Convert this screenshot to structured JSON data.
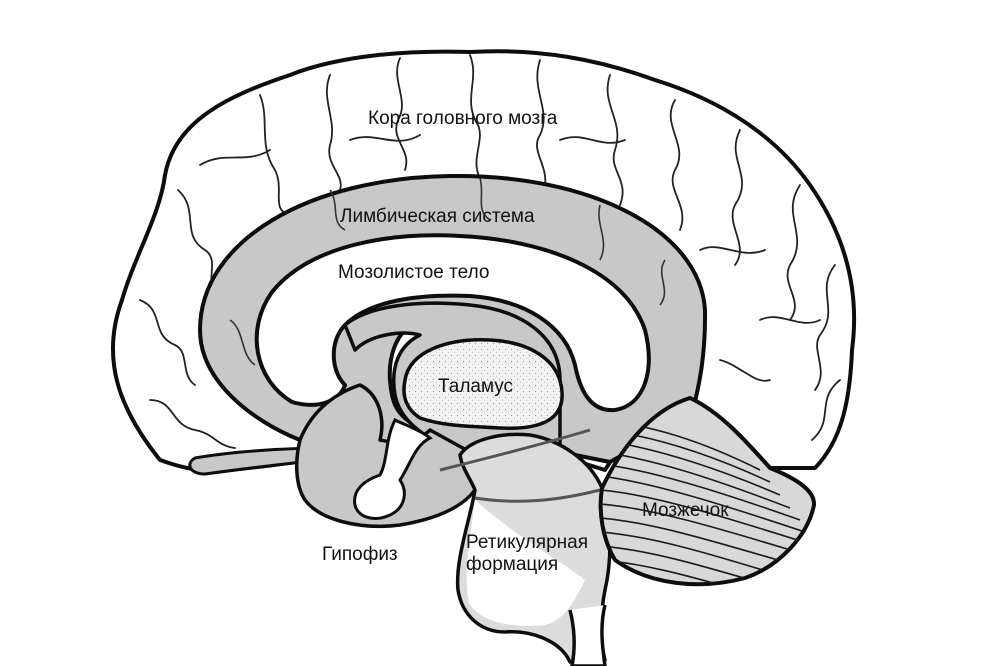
{
  "labels": {
    "cortex": "Кора головного мозга",
    "limbic": "Лимбическая система",
    "corpus": "Мозолистое тело",
    "thalamus": "Таламус",
    "cerebellum": "Мозжечок",
    "pituitary": "Гипофиз",
    "reticular_line1": "Ретикулярная",
    "reticular_line2": "формация"
  },
  "colors": {
    "outline": "#0d0d0d",
    "limbic_fill": "#c8c8c8",
    "white": "#ffffff",
    "thalamus_fill": "#f1f1f1",
    "reticular_fill": "#dcdcdc",
    "cerebellum_fill": "#d8d8d8"
  }
}
